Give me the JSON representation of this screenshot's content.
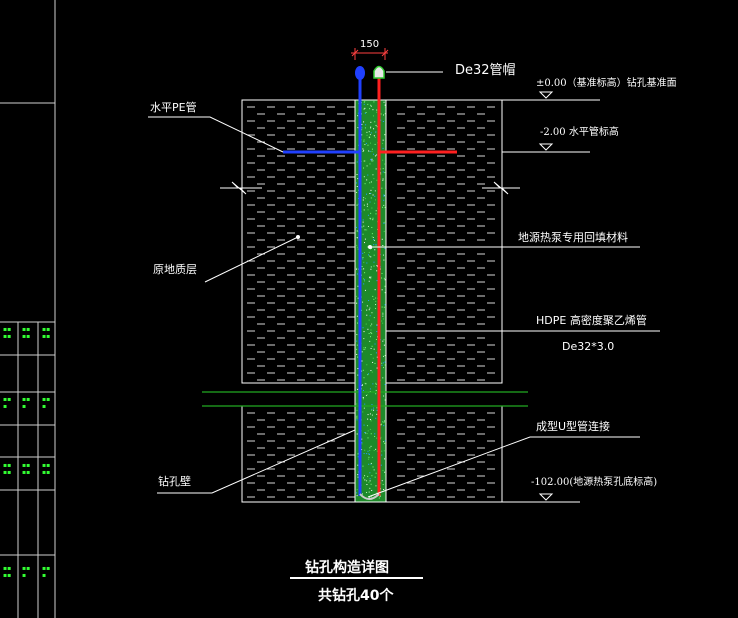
{
  "dimension": {
    "value": "150"
  },
  "labels": {
    "cap": "De32管帽",
    "ground_level": "±0.00（基准标高）钻孔基准面",
    "pipe_level": "-2.00 水平管标高",
    "horizontal_pipe": "水平PE管",
    "backfill": "地源热泵专用回填材料",
    "original_soil": "原地质层",
    "hdpe": "HDPE 高密度聚乙烯管",
    "hdpe_spec": "De32*3.0",
    "u_joint": "成型U型管连接",
    "borehole_wall": "钻孔壁",
    "bottom_level": "-102.00(地源热泵孔底标高)"
  },
  "title": {
    "main": "钻孔构造详图",
    "sub": "共钻孔40个"
  },
  "colors": {
    "background": "#000000",
    "supply_pipe": "#ff2020",
    "return_pipe": "#2040ff",
    "grout": "#1e8a2a",
    "section_line": "#22aa22",
    "titleblock_text": "#33ff33",
    "lines": "#ffffff"
  }
}
